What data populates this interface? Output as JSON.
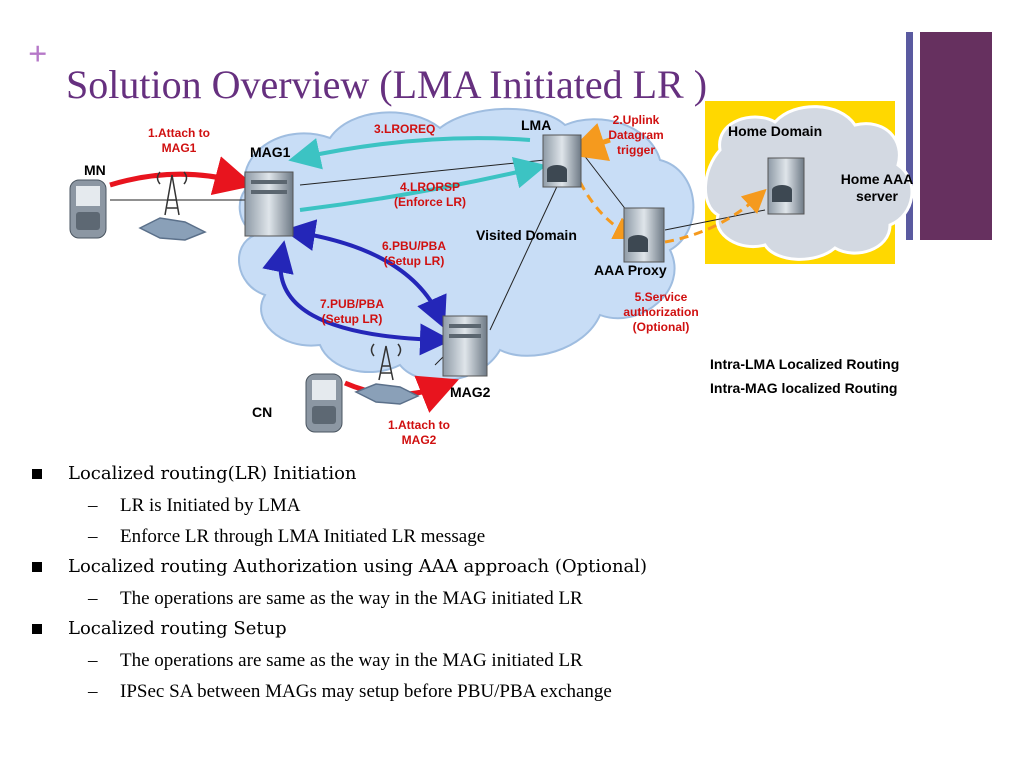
{
  "slide": {
    "plus_mark": "+",
    "title": "Solution Overview (LMA Initiated LR )"
  },
  "diagram": {
    "nodes": {
      "mn": "MN",
      "mag1": "MAG1",
      "lma": "LMA",
      "mag2": "MAG2",
      "cn": "CN",
      "aaa_proxy": "AAA Proxy",
      "home_domain": "Home Domain",
      "home_aaa": "Home AAA server",
      "visited_domain": "Visited Domain"
    },
    "steps": {
      "attach_mag1": "1.Attach to MAG1",
      "uplink": "2.Uplink Datagram trigger",
      "lroreq": "3.LROREQ",
      "lrorsp": "4.LRORSP (Enforce LR)",
      "service_auth": "5.Service authorization (Optional)",
      "pbu6": "6.PBU/PBA (Setup LR)",
      "pbu7": "7.PUB/PBA (Setup LR)",
      "attach_mag2": "1.Attach to MAG2"
    },
    "notes": {
      "intra_lma": "Intra-LMA Localized Routing",
      "intra_mag": "Intra-MAG localized Routing"
    },
    "colors": {
      "red_arrow": "#e8141e",
      "cyan_arrow": "#3cc3c3",
      "blue_arrow": "#2426b8",
      "orange_arrow": "#f59a1e",
      "cloud": "#c8ddf6",
      "home_bg": "#ffd800"
    }
  },
  "bullets": [
    {
      "text": "Localized routing(LR) Initiation",
      "subs": [
        "LR is Initiated by LMA",
        "Enforce LR through LMA Initiated LR message"
      ]
    },
    {
      "text": "Localized routing Authorization using AAA approach (Optional)",
      "subs": [
        "The operations are same as the way in the MAG initiated LR"
      ]
    },
    {
      "text": "Localized routing Setup",
      "subs": [
        "The operations are same as the way in the MAG initiated LR",
        "IPSec SA between MAGs may setup before PBU/PBA exchange"
      ]
    }
  ],
  "dash": "–"
}
